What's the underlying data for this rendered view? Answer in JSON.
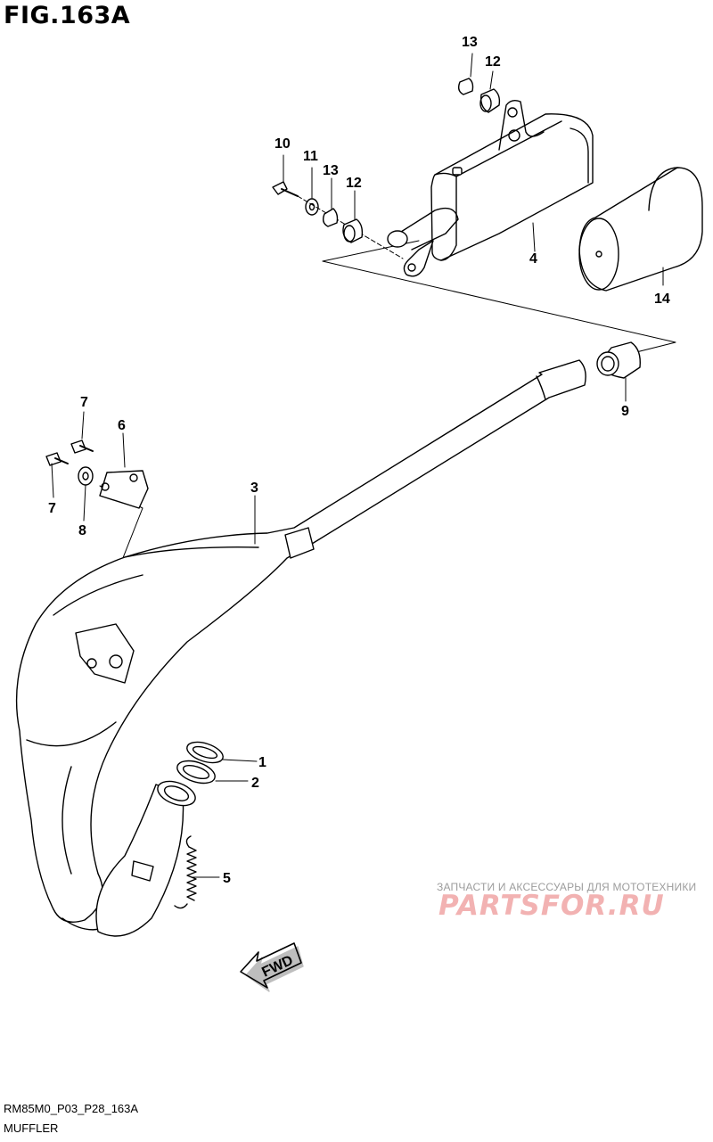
{
  "figure": {
    "title": "FIG.163A",
    "code": "RM85M0_P03_P28_163A",
    "caption": "MUFFLER"
  },
  "callouts": [
    "1",
    "2",
    "3",
    "4",
    "5",
    "6",
    "7",
    "7",
    "8",
    "9",
    "10",
    "11",
    "12",
    "12",
    "13",
    "13",
    "14"
  ],
  "direction_label": "FWD",
  "watermark": {
    "caption": "ЗАПЧАСТИ И АКСЕССУАРЫ ДЛЯ МОТОТЕХНИКИ",
    "logo": "PARTSFOR.RU"
  }
}
